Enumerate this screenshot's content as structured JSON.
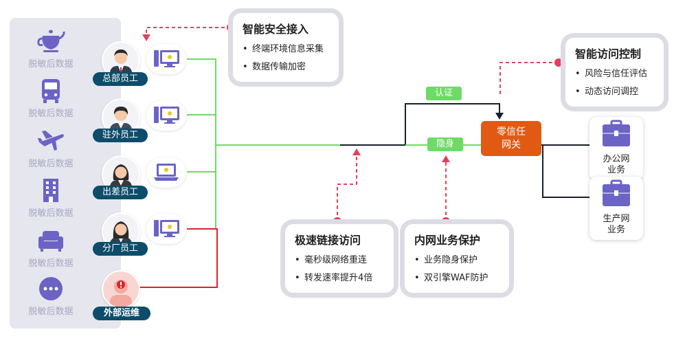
{
  "sidebar": {
    "items": [
      {
        "icon": "teapot-icon",
        "label": "脱敏后数据"
      },
      {
        "icon": "bus-icon",
        "label": "脱敏后数据"
      },
      {
        "icon": "airplane-icon",
        "label": "脱敏后数据"
      },
      {
        "icon": "building-icon",
        "label": "脱敏后数据"
      },
      {
        "icon": "sofa-icon",
        "label": "脱敏后数据"
      },
      {
        "icon": "more-dots-icon",
        "label": "脱敏后数据"
      }
    ]
  },
  "users": [
    {
      "label": "总部员工",
      "device": "desktop"
    },
    {
      "label": "驻外员工",
      "device": "desktop"
    },
    {
      "label": "出差员工",
      "device": "laptop"
    },
    {
      "label": "分厂员工",
      "device": "desktop"
    },
    {
      "label": "外部运维",
      "device": "none"
    }
  ],
  "cards": {
    "secure_access": {
      "title": "智能安全接入",
      "items": [
        "终端环境信息采集",
        "数据传输加密"
      ]
    },
    "access_control": {
      "title": "智能访问控制",
      "items": [
        "风险与信任评估",
        "动态访问调控"
      ]
    },
    "fast_link": {
      "title": "极速链接访问",
      "items": [
        "毫秒级网络重连",
        "转发速率提升4倍"
      ]
    },
    "intranet_protect": {
      "title": "内网业务保护",
      "items": [
        "业务隐身保护",
        "双引擎WAF防护"
      ]
    }
  },
  "gateway": {
    "line1": "零信任",
    "line2": "网关"
  },
  "badges": {
    "auth": "认证",
    "stealth": "隐身"
  },
  "targets": [
    {
      "line1": "办公网",
      "line2": "业务"
    },
    {
      "line1": "生产网",
      "line2": "业务"
    }
  ],
  "colors": {
    "sidebar_bg": "#e6e6ee",
    "tag_bg": "#0d4d6a",
    "gateway": "#e05a14",
    "badge": "#6ddb66",
    "green_line": "#6ddb66",
    "red_line": "#d9232d",
    "dashed": "#e0405e",
    "dark_line": "#16202c",
    "icon_purple": "#6b64c5"
  }
}
